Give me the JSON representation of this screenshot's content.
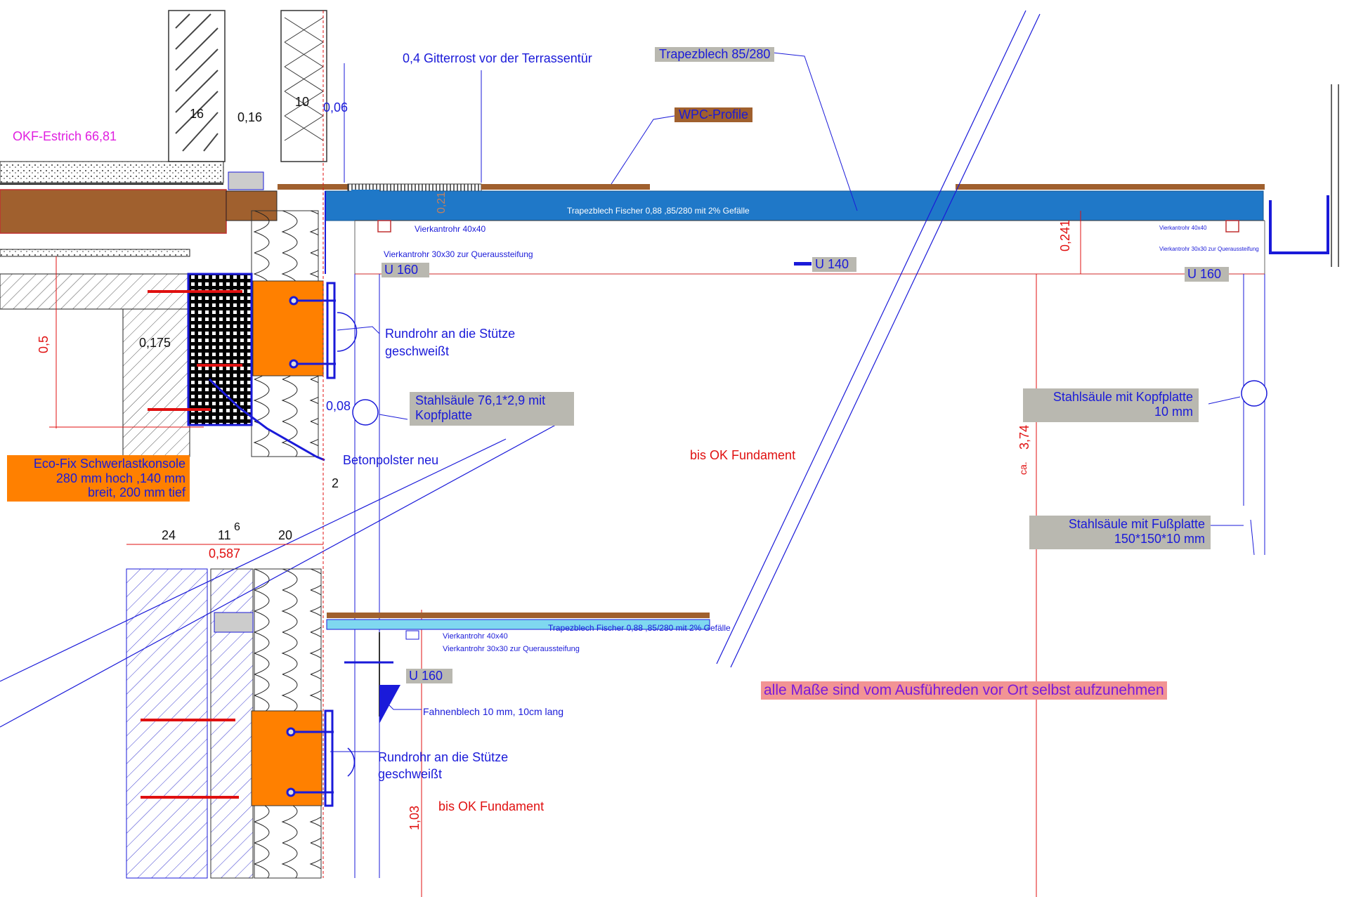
{
  "labels": {
    "gitterrost": "0,4 Gitterrost vor der Terrassentür",
    "trapez_top": "Trapezblech 85/280",
    "wpc": "WPC-Profile",
    "okf": "OKF-Estrich  66,81",
    "trapez_fischer": "Trapezblech Fischer 0,88 ,85/280 mit 2% Gefälle",
    "vierkant_40": "Vierkantrohr 40x40",
    "vierkant_30": "Vierkantrohr 30x30 zur Queraussteifung",
    "u160_a": "U 160",
    "u140": "U 140",
    "u160_b": "U 160",
    "u160_c": "U 160",
    "rundrohr_1": "Rundrohr an die Stütze",
    "rundrohr_1b": "geschweißt",
    "stahlsaeule_76_1": "Stahlsäule 76,1*2,9 mit",
    "stahlsaeule_76_2": "Kopfplatte",
    "betonpolster": "Betonpolster neu",
    "ecofix_1": "Eco-Fix Schwerlastkonsole",
    "ecofix_2": "280 mm hoch ,140 mm",
    "ecofix_3": "breit, 200 mm tief",
    "bis_ok_1": "bis OK Fundament",
    "stahl_kopf_1": "Stahlsäule mit Kopfplatte",
    "stahl_kopf_2": "10 mm",
    "stahl_fuss_1": "Stahlsäule mit Fußplatte",
    "stahl_fuss_2": "150*150*10 mm",
    "trapez_fischer_2": "Trapezblech Fischer 0,88 ,85/280 mit 2% Gefälle",
    "vierkant_40_b": "Vierkantrohr 40x40",
    "vierkant_30_b": "Vierkantrohr 30x30 zur Queraussteifung",
    "fahnenblech": "Fahnenblech 10 mm, 10cm lang",
    "rundrohr_2": "Rundrohr an die Stütze",
    "rundrohr_2b": "geschweißt",
    "bis_ok_2": "bis OK Fundament",
    "alle_masse": "alle Maße sind vom Ausführeden vor Ort selbst aufzunehmen",
    "vierkant_40_r": "Vierkantrohr 40x40",
    "vierkant_30_r": "Vierkantrohr 30x30 zur Queraussteifung"
  },
  "dimensions": {
    "d16": "16",
    "d016": "0,16",
    "d10": "10",
    "d006": "0,06",
    "d05": "0,5",
    "d0175": "0,175",
    "d008": "0,08",
    "d2": "2",
    "d24": "24",
    "d11": "11",
    "d6": "6",
    "d20": "20",
    "d0587": "0,587",
    "d0241": "0,241",
    "d374": "3,74",
    "ca": "ca.",
    "d103": "1,03",
    "d021": "0,21"
  },
  "colors": {
    "line_blue": "#1a1ad9",
    "dim_red": "#e01010",
    "brown": "#a0602e",
    "steel_blue": "#1f78c8",
    "light_blue": "#7fd8f0",
    "orange": "#ff8000",
    "label_gray": "#b9b8b0",
    "label_pink": "#f29494",
    "magenta": "#e020e0"
  }
}
